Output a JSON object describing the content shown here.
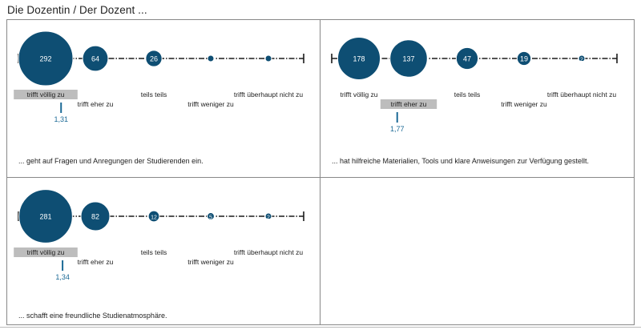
{
  "page_title": "Die Dozentin / Der Dozent ...",
  "colors": {
    "bubble": "#0e4e73",
    "mean": "#1c6a96",
    "highlight": "#bdbdbd",
    "axis": "#1a1a1a"
  },
  "chart_data": [
    {
      "type": "scatter",
      "categories": [
        "trifft völlig zu",
        "trifft eher zu",
        "teils teils",
        "trifft weniger zu",
        "trifft überhaupt nicht zu"
      ],
      "values": [
        292,
        64,
        26,
        1,
        0
      ],
      "value_labels": [
        "292",
        "64",
        "26",
        "",
        ""
      ],
      "mean": 1.31,
      "mean_label": "1,31",
      "highlight_index": 0,
      "caption": "... geht auf Fragen und Anregungen der Studierenden ein."
    },
    {
      "type": "scatter",
      "categories": [
        "trifft völlig zu",
        "trifft eher zu",
        "teils teils",
        "trifft weniger zu",
        "trifft überhaupt nicht zu"
      ],
      "values": [
        178,
        137,
        47,
        19,
        2
      ],
      "value_labels": [
        "178",
        "137",
        "47",
        "19",
        "2"
      ],
      "mean": 1.77,
      "mean_label": "1,77",
      "highlight_index": 1,
      "caption": "... hat hilfreiche Materialien, Tools und klare Anweisungen zur Verfügung gestellt."
    },
    {
      "type": "scatter",
      "categories": [
        "trifft völlig zu",
        "trifft eher zu",
        "teils teils",
        "trifft weniger zu",
        "trifft überhaupt nicht zu"
      ],
      "values": [
        281,
        82,
        12,
        5,
        2
      ],
      "value_labels": [
        "281",
        "82",
        "12",
        "5",
        "2"
      ],
      "mean": 1.34,
      "mean_label": "1,34",
      "highlight_index": 0,
      "caption": "... schafft eine freundliche Studienatmosphäre."
    }
  ]
}
